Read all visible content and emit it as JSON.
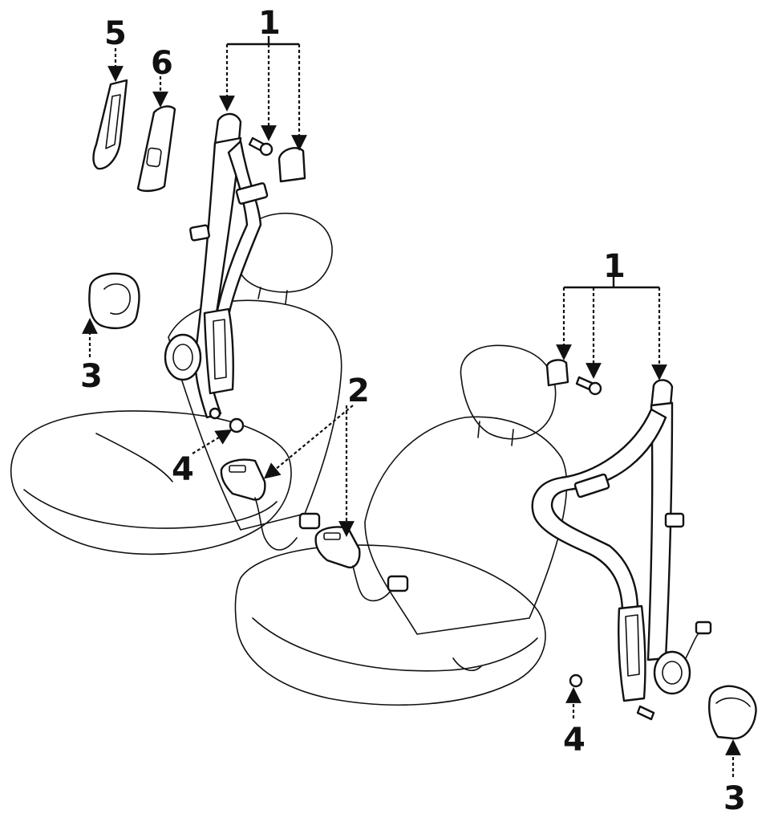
{
  "callouts": {
    "c1_top": "1",
    "c1_right": "1",
    "c2": "2",
    "c3_left": "3",
    "c3_right": "3",
    "c4_left": "4",
    "c4_right": "4",
    "c5": "5",
    "c6": "6"
  }
}
